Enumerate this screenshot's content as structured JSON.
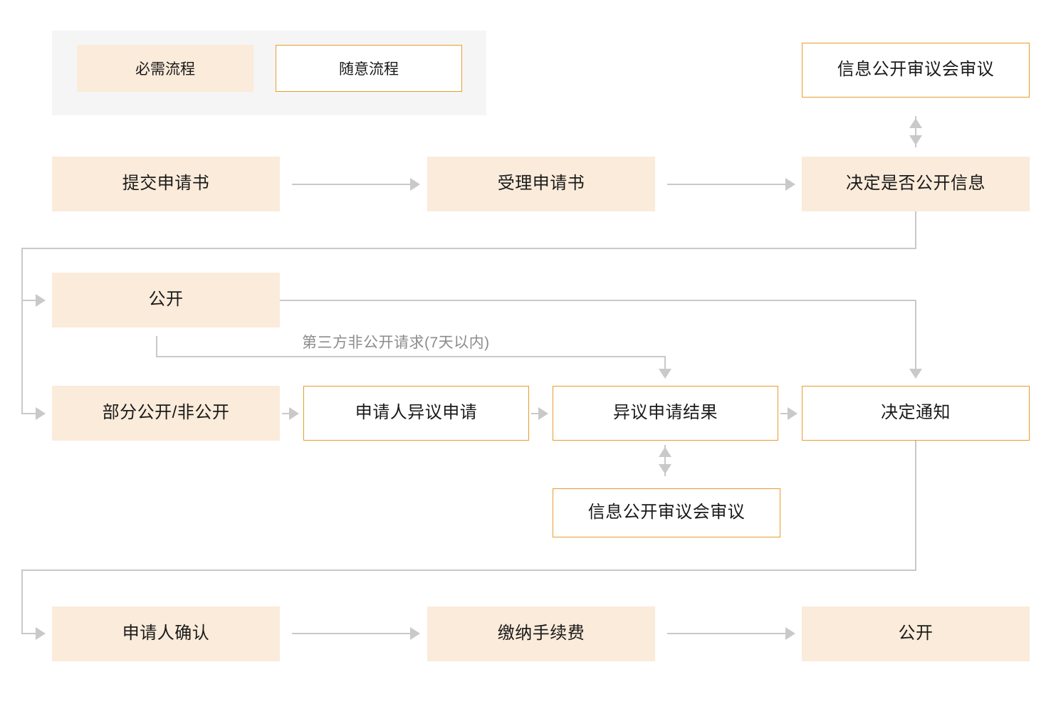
{
  "legend": {
    "required_label": "必需流程",
    "optional_label": "随意流程"
  },
  "nodes": {
    "submit_application": "提交申请书",
    "accept_application": "受理申请书",
    "decide_disclosure": "决定是否公开信息",
    "review_committee_top": "信息公开审议会审议",
    "disclose": "公开",
    "partial_or_nondisclosure": "部分公开/非公开",
    "applicant_objection": "申请人异议申请",
    "objection_result": "异议申请结果",
    "decision_notice": "决定通知",
    "review_committee_bottom": "信息公开审议会审议",
    "applicant_confirm": "申请人确认",
    "pay_fee": "缴纳手续费",
    "disclose_final": "公开"
  },
  "edges": {
    "third_party_request": "第三方非公开请求(7天以内)"
  },
  "colors": {
    "required_fill": "#FBEBDA",
    "optional_border": "#E79C2D",
    "connector": "#C9C9C9",
    "legend_panel_bg": "#F5F5F5",
    "edge_label_text": "#8c8c8c",
    "page_bg": "#FFFFFF"
  }
}
